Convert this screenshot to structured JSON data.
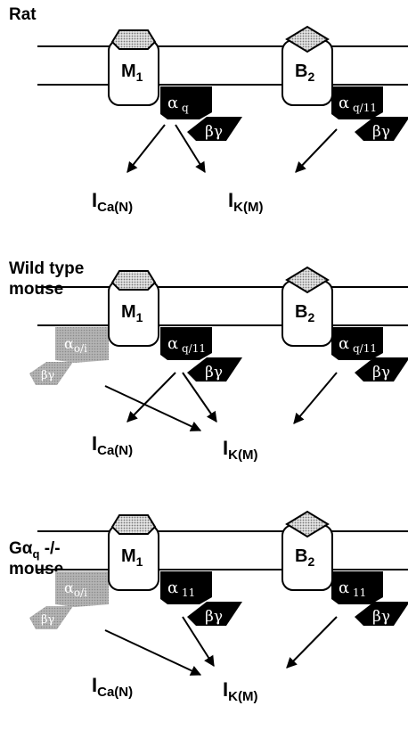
{
  "panels": [
    {
      "title_lines": [
        "Rat"
      ],
      "receptor_left": {
        "label": "M",
        "sub": "1"
      },
      "receptor_right": {
        "label": "B",
        "sub": "2"
      },
      "alpha_left": {
        "greek": "α",
        "sub": "q"
      },
      "alpha_right": {
        "greek": "α",
        "sub": "q/11"
      },
      "betagamma": "βγ",
      "faded_alpha": null,
      "current_ca": {
        "main": "I",
        "sub": "Ca(N)"
      },
      "current_k": {
        "main": "I",
        "sub": "K(M)"
      }
    },
    {
      "title_lines": [
        "Wild type",
        "mouse"
      ],
      "receptor_left": {
        "label": "M",
        "sub": "1"
      },
      "receptor_right": {
        "label": "B",
        "sub": "2"
      },
      "alpha_left": {
        "greek": "α",
        "sub": "q/11"
      },
      "alpha_right": {
        "greek": "α",
        "sub": "q/11"
      },
      "betagamma": "βγ",
      "faded_alpha": {
        "greek": "α",
        "sub": "o/i"
      },
      "current_ca": {
        "main": "I",
        "sub": "Ca(N)"
      },
      "current_k": {
        "main": "I",
        "sub": "K(M)"
      }
    },
    {
      "title_lines": [
        "Gα",
        "mouse"
      ],
      "title_sub": "q",
      "title_suffix": " -/-",
      "receptor_left": {
        "label": "M",
        "sub": "1"
      },
      "receptor_right": {
        "label": "B",
        "sub": "2"
      },
      "alpha_left": {
        "greek": "α",
        "sub": "11"
      },
      "alpha_right": {
        "greek": "α",
        "sub": "11"
      },
      "betagamma": "βγ",
      "faded_alpha": {
        "greek": "α",
        "sub": "o/i"
      },
      "current_ca": {
        "main": "I",
        "sub": "Ca(N)"
      },
      "current_k": {
        "main": "I",
        "sub": "K(M)"
      }
    }
  ],
  "colors": {
    "ink": "#000000",
    "dot_fill": "#c8c8c8",
    "faded": "#a8a8a8"
  }
}
